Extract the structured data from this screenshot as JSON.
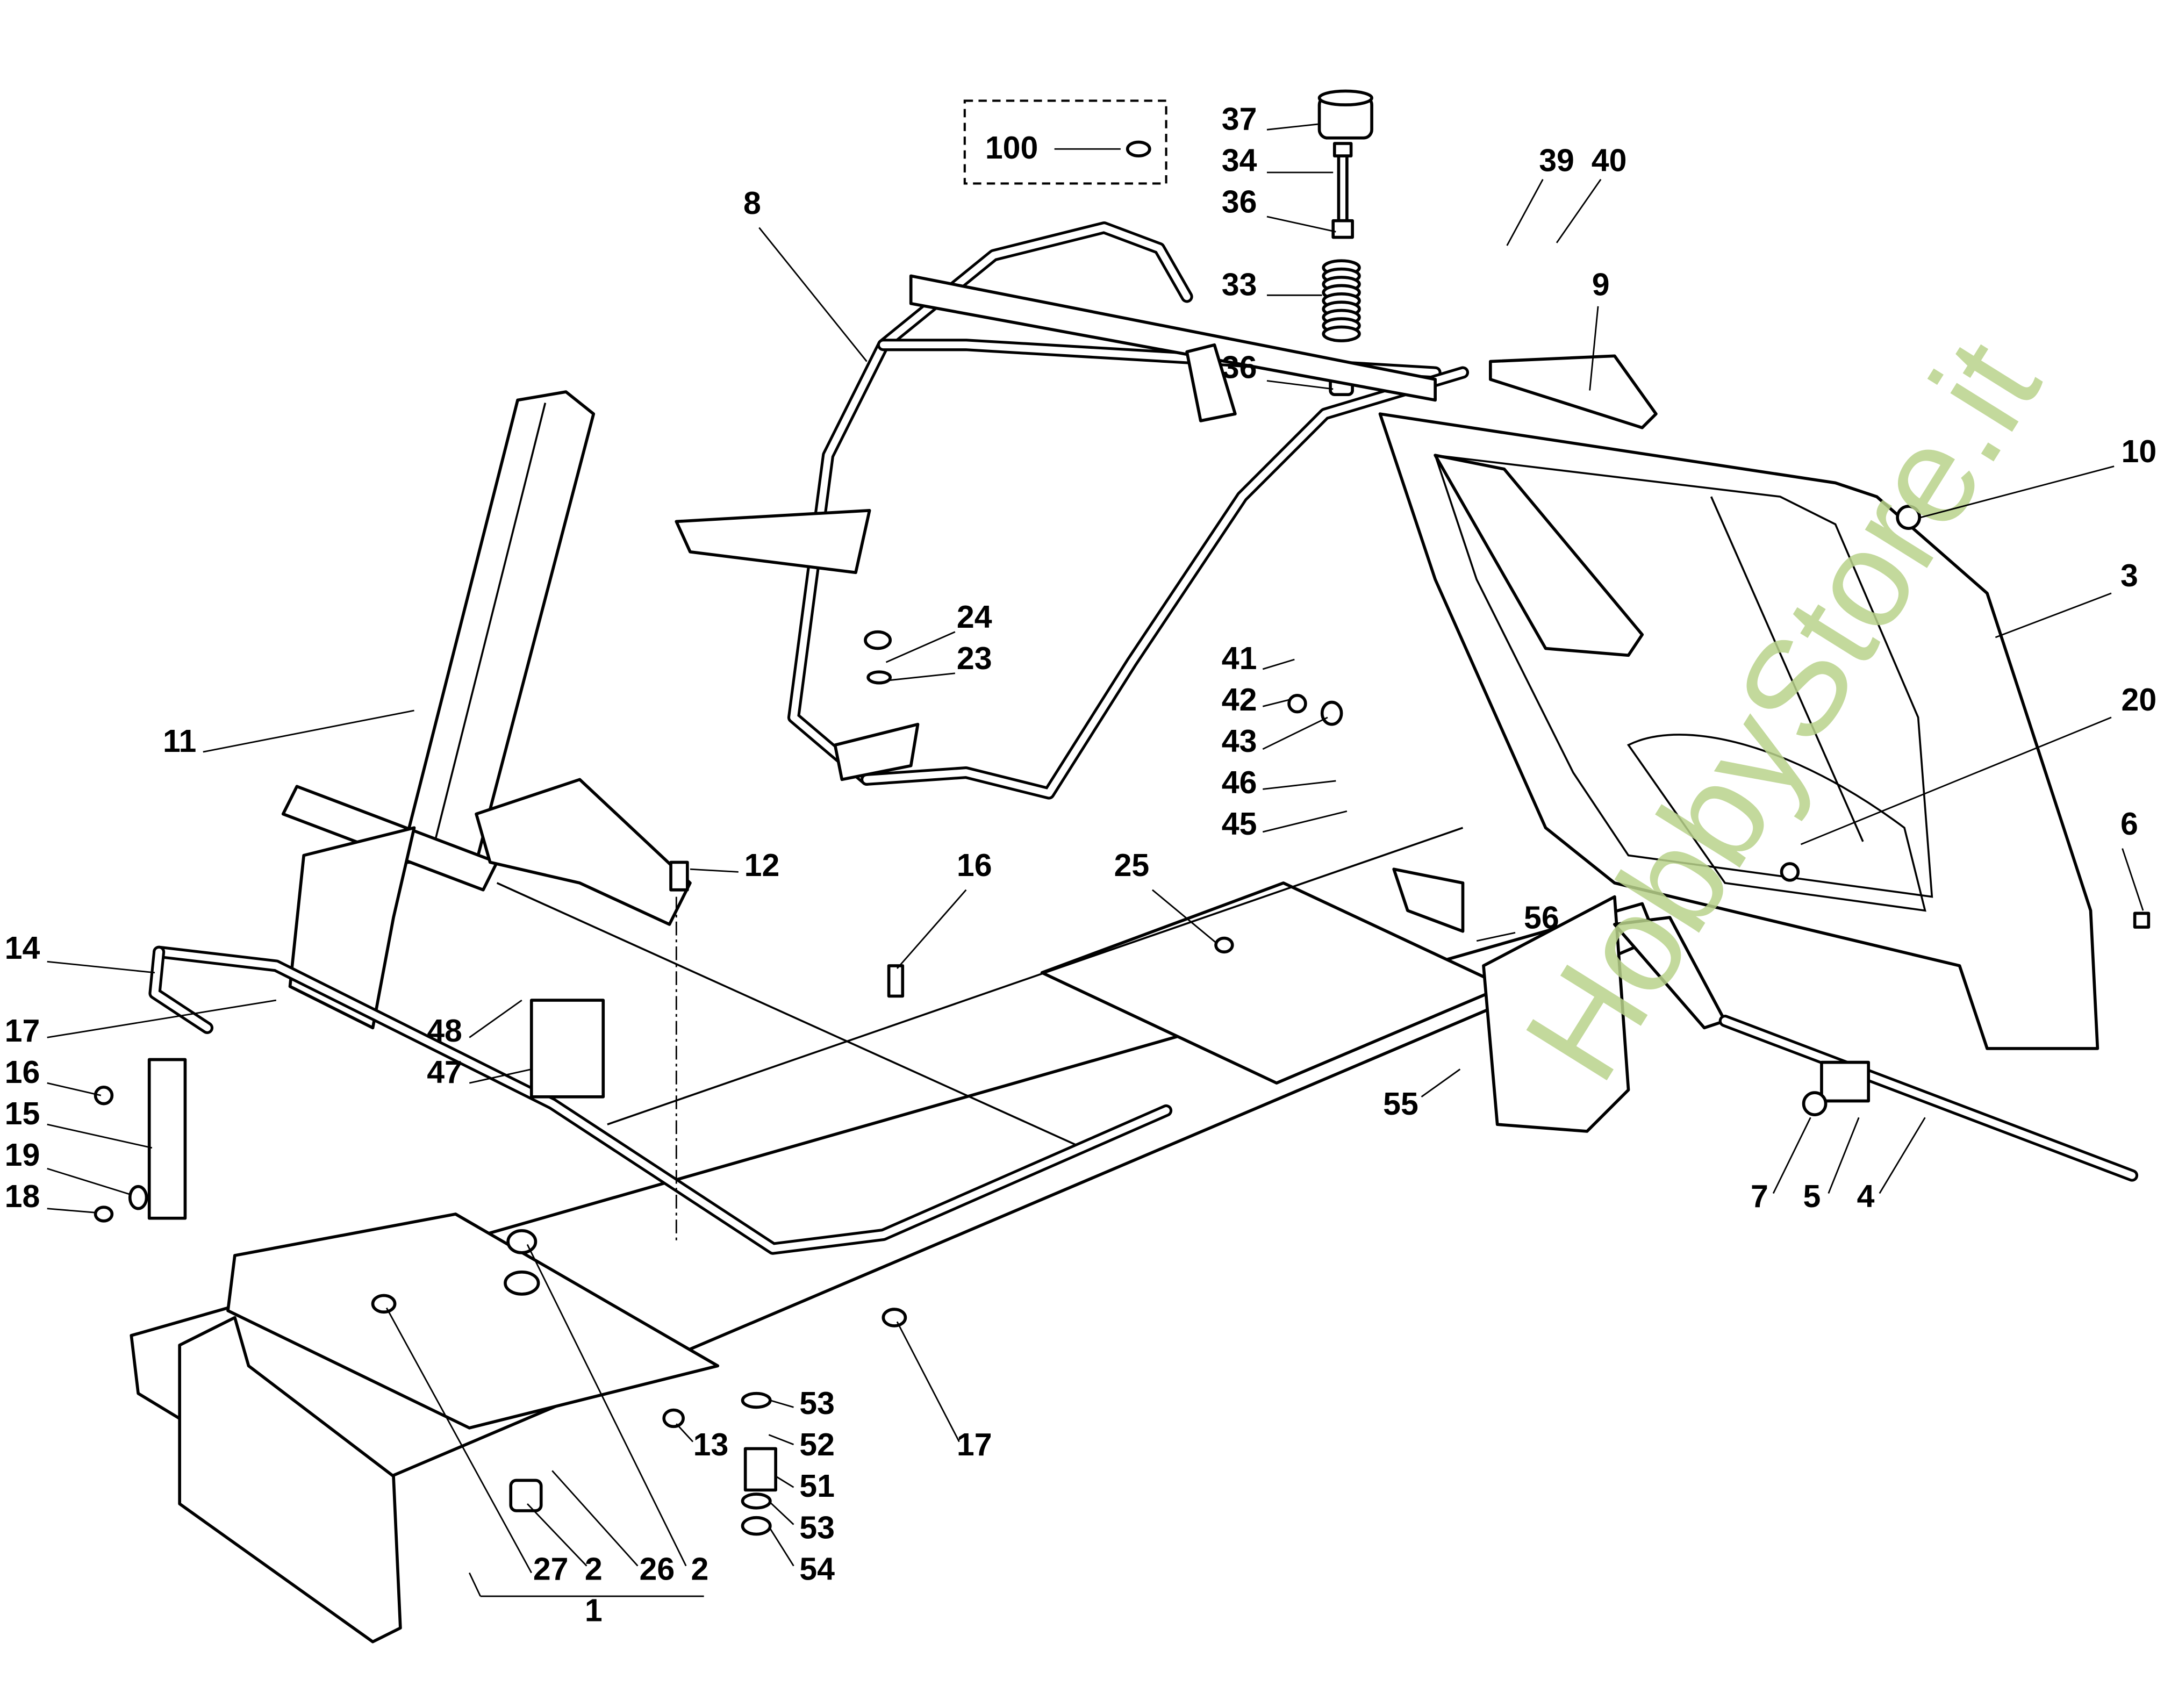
{
  "diagram": {
    "watermark": "HobbyStore.it",
    "callouts": [
      "100",
      "37",
      "34",
      "36",
      "33",
      "36",
      "39",
      "40",
      "9",
      "8",
      "10",
      "3",
      "20",
      "6",
      "24",
      "23",
      "41",
      "42",
      "43",
      "46",
      "45",
      "11",
      "12",
      "16",
      "25",
      "56",
      "14",
      "17",
      "48",
      "47",
      "16",
      "15",
      "19",
      "18",
      "55",
      "7",
      "5",
      "4",
      "17",
      "13",
      "53",
      "52",
      "51",
      "53",
      "54",
      "27",
      "2",
      "26",
      "2",
      "1"
    ]
  }
}
